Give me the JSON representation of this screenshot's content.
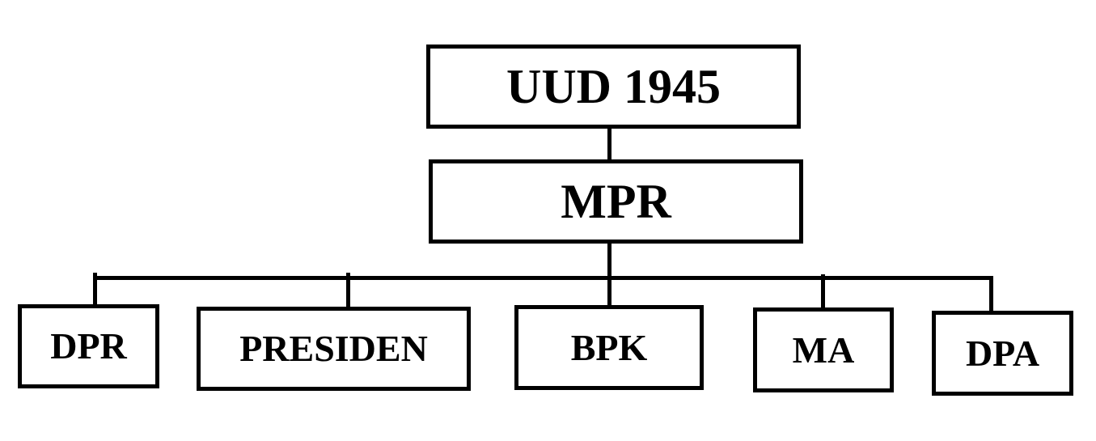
{
  "diagram": {
    "type": "org-chart",
    "background_color": "#ffffff",
    "line_color": "#000000",
    "text_color": "#000000",
    "nodes": {
      "uud1945": {
        "label": "UUD 1945"
      },
      "mpr": {
        "label": "MPR"
      },
      "dpr": {
        "label": "DPR"
      },
      "presiden": {
        "label": "PRESIDEN"
      },
      "bpk": {
        "label": "BPK"
      },
      "ma": {
        "label": "MA"
      },
      "dpa": {
        "label": "DPA"
      }
    },
    "edges": [
      {
        "from": "UUD 1945",
        "to": "MPR"
      },
      {
        "from": "MPR",
        "to": "DPR"
      },
      {
        "from": "MPR",
        "to": "PRESIDEN"
      },
      {
        "from": "MPR",
        "to": "BPK"
      },
      {
        "from": "MPR",
        "to": "MA"
      },
      {
        "from": "MPR",
        "to": "DPA"
      }
    ]
  }
}
